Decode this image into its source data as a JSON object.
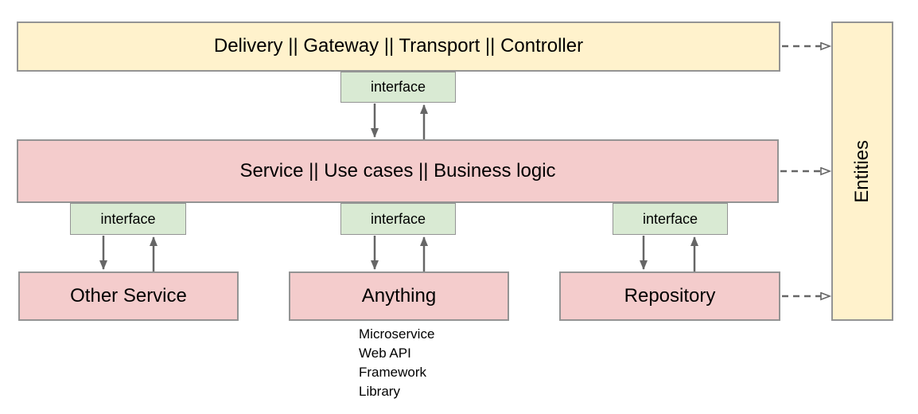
{
  "diagram": {
    "top_layer": {
      "label": "Delivery || Gateway || Transport || Controller"
    },
    "middle_layer": {
      "label": "Service || Use cases || Business logic"
    },
    "bottom_layers": [
      {
        "label": "Other Service"
      },
      {
        "label": "Anything"
      },
      {
        "label": "Repository"
      }
    ],
    "entities_layer": {
      "label": "Entities"
    },
    "interfaces": [
      {
        "label": "interface"
      },
      {
        "label": "interface"
      },
      {
        "label": "interface"
      },
      {
        "label": "interface"
      }
    ],
    "anything_examples": [
      "Microservice",
      "Web API",
      "Framework",
      "Library"
    ],
    "colors": {
      "layer_yellow": "#fff2cc",
      "layer_pink": "#f4cccc",
      "interface_green": "#d9ead3",
      "border_gray": "#949494",
      "arrow_gray": "#666666"
    }
  }
}
